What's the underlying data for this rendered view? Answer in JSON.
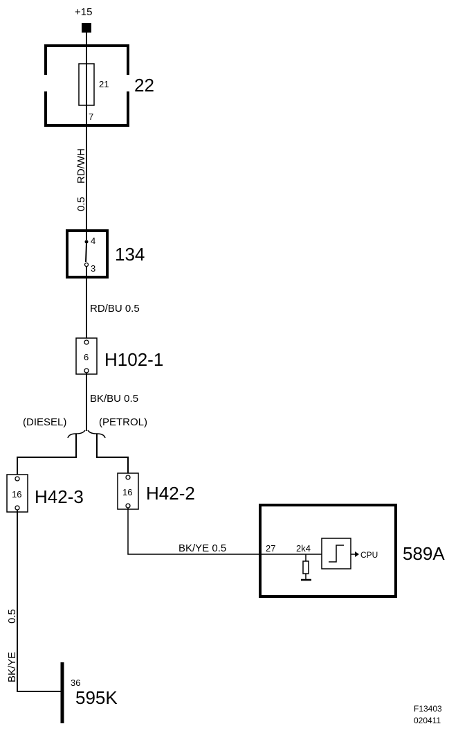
{
  "supply": {
    "label": "+15"
  },
  "fusebox": {
    "id": "22",
    "fuse_number": "21",
    "pin": "7"
  },
  "wire1": {
    "color": "RD/WH",
    "gauge": "0.5"
  },
  "switch": {
    "id": "134",
    "pin_top": "4",
    "pin_bottom": "3"
  },
  "wire2": {
    "label": "RD/BU  0.5"
  },
  "conn_h102": {
    "id": "H102-1",
    "pin": "6"
  },
  "wire3": {
    "label": "BK/BU  0.5"
  },
  "variants": {
    "diesel": "(DIESEL)",
    "petrol": "(PETROL)"
  },
  "conn_h42_3": {
    "id": "H42-3",
    "pin": "16"
  },
  "conn_h42_2": {
    "id": "H42-2",
    "pin": "16"
  },
  "wire4": {
    "label": "BK/YE  0.5"
  },
  "module": {
    "id": "589A",
    "pin": "27",
    "resistor": "2k4",
    "output": "CPU"
  },
  "wire5": {
    "color": "BK/YE",
    "gauge": "0.5"
  },
  "ground": {
    "id": "595K",
    "pin": "36"
  },
  "figure_ref": {
    "code": "F13403",
    "date": "020411"
  }
}
